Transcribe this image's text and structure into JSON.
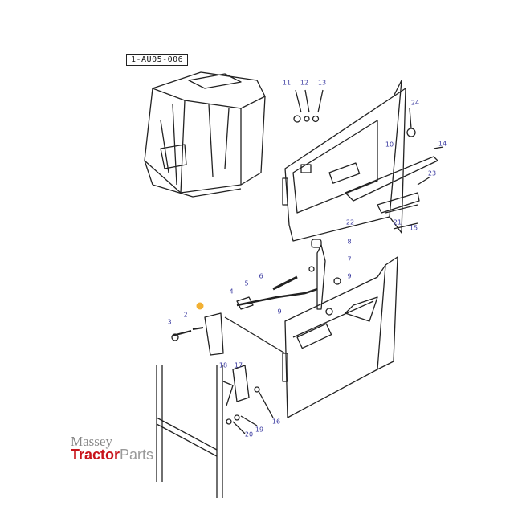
{
  "diagram": {
    "reference_code": "1-AU05-006",
    "highlight_color": "#f2b134",
    "highlighted_part": "1",
    "callouts": [
      "1",
      "2",
      "3",
      "4",
      "5",
      "6",
      "7",
      "8",
      "9",
      "9",
      "10",
      "11",
      "12",
      "13",
      "14",
      "15",
      "16",
      "17",
      "18",
      "19",
      "20",
      "21",
      "22",
      "23",
      "24"
    ]
  },
  "logo": {
    "line1": "Massey",
    "line2a": "Tractor",
    "line2b": "Parts",
    "brand_color": "#c8141b"
  }
}
